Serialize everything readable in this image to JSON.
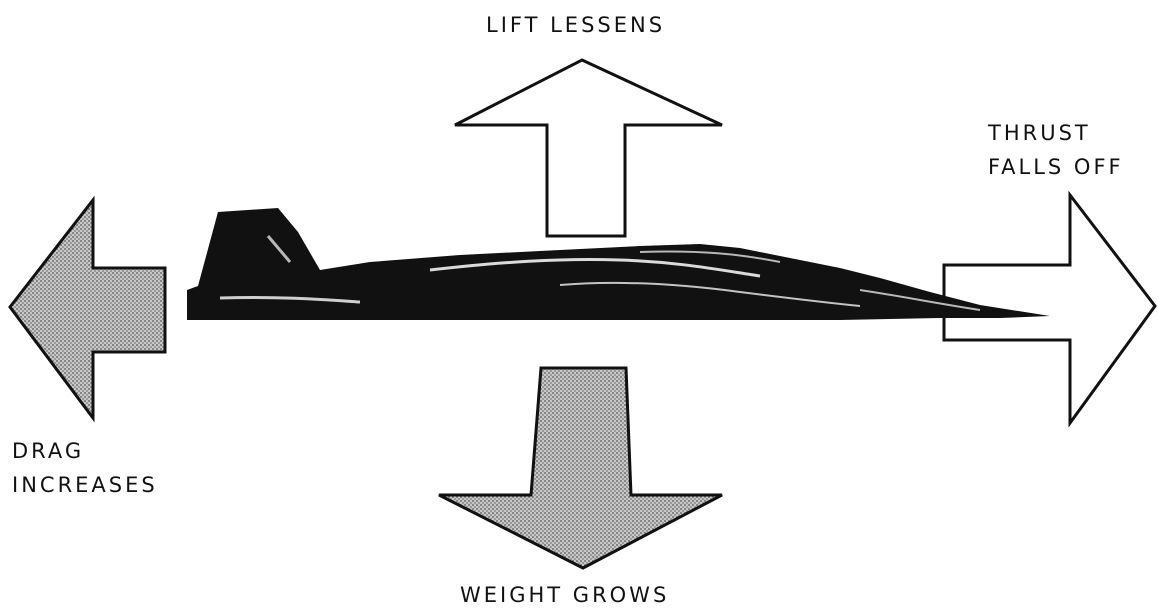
{
  "forces": {
    "lift": {
      "label": "LIFT LESSENS"
    },
    "thrust": {
      "label_line1": "THRUST",
      "label_line2": "FALLS OFF"
    },
    "drag": {
      "label_line1": "DRAG",
      "label_line2": "INCREASES"
    },
    "weight": {
      "label": "WEIGHT GROWS"
    }
  },
  "colors": {
    "ink": "#111111",
    "stipple_fill": "#b8b8b8",
    "outline_fill": "#ffffff",
    "background": "#ffffff"
  }
}
